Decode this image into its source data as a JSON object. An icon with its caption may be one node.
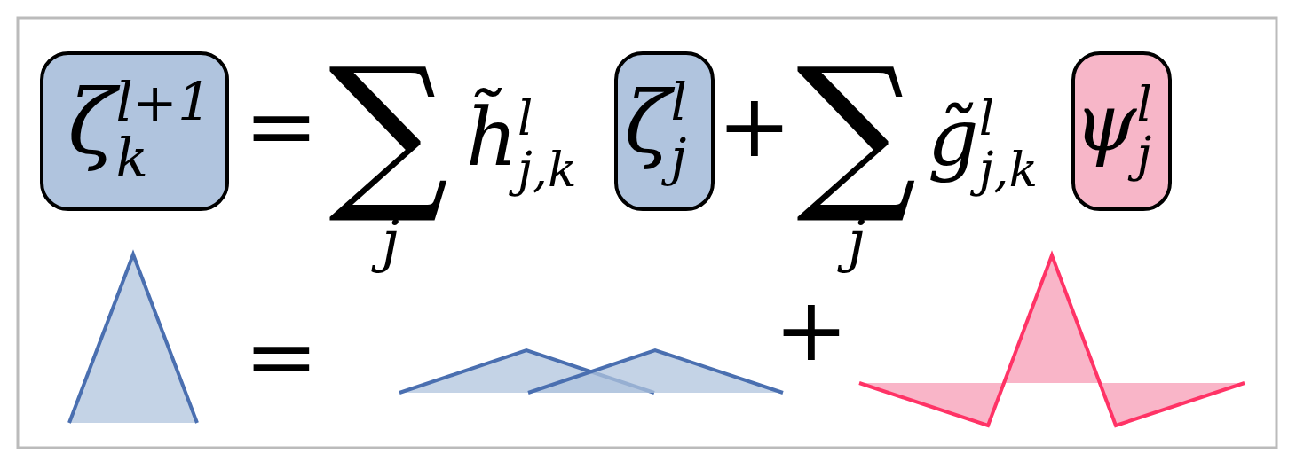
{
  "diagram": {
    "nodes": [
      {
        "text": [
          "ζ$^{l+1}$$_{k}$"
        ]
      },
      {
        "text": [
          "ζ$^{l}$$_{j}$"
        ]
      },
      {
        "text": [
          "ψ$^{l}$$_{j}$"
        ]
      }
    ],
    "edges": [],
    "labels": [
      "=",
      "∑",
      "j",
      "h̃$^{l}$$_{j,k}$",
      "+",
      "∑",
      "j",
      "g̃$^{l}$$_{j,k}$",
      "=",
      "+"
    ]
  }
}
